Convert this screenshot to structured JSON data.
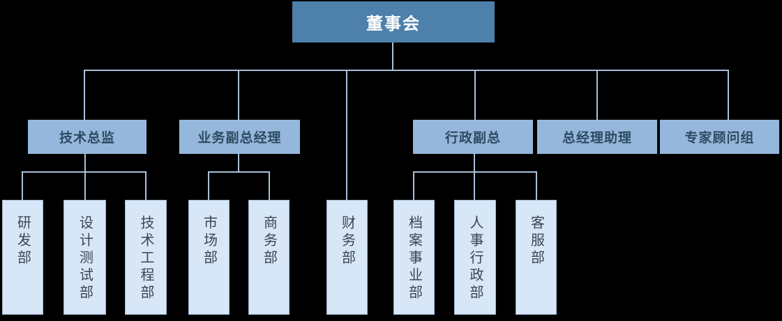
{
  "diagram_type": "org-chart",
  "colors": {
    "background": "#000000",
    "root_fill": "#4d80ab",
    "root_text": "#ffffff",
    "level2_fill": "#95b7db",
    "level2_text": "#2d4a63",
    "level3_fill": "#d8e7f7",
    "level3_border": "#9ab5d3",
    "level3_text": "#3a4552",
    "connector": "#a9c1da"
  },
  "org": {
    "root": {
      "label": "董事会"
    },
    "level2": [
      {
        "label": "技术总监",
        "reports_to": "董事会"
      },
      {
        "label": "业务副总经理",
        "reports_to": "董事会"
      },
      {
        "label": "行政副总",
        "reports_to": "董事会"
      },
      {
        "label": "总经理助理",
        "reports_to": "董事会"
      },
      {
        "label": "专家顾问组",
        "reports_to": "董事会"
      }
    ],
    "level3": [
      {
        "label": "研发部",
        "reports_to": "技术总监"
      },
      {
        "label": "设计测试部",
        "reports_to": "技术总监"
      },
      {
        "label": "技术工程部",
        "reports_to": "技术总监"
      },
      {
        "label": "市场部",
        "reports_to": "业务副总经理"
      },
      {
        "label": "商务部",
        "reports_to": "业务副总经理"
      },
      {
        "label": "财务部",
        "reports_to": "董事会"
      },
      {
        "label": "档案事业部",
        "reports_to": "行政副总"
      },
      {
        "label": "人事行政部",
        "reports_to": "行政副总"
      },
      {
        "label": "客服部",
        "reports_to": "行政副总"
      }
    ]
  }
}
